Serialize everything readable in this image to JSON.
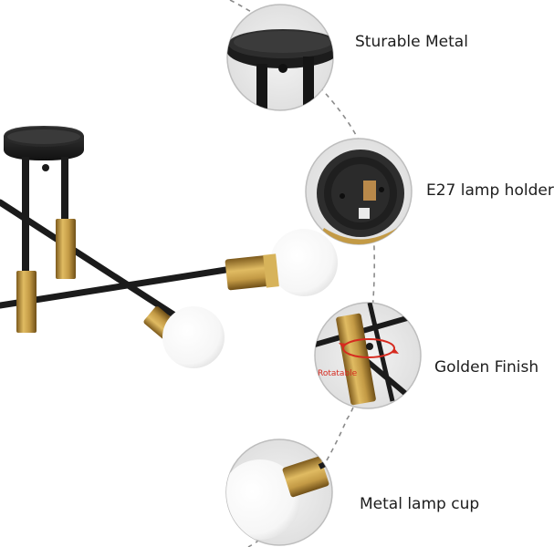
{
  "features": {
    "metal": "Sturable Metal",
    "holder": "E27 lamp holder",
    "golden": "Golden Finish",
    "cup": "Metal lamp cup"
  },
  "rotatable_label": "Rotatable",
  "colors": {
    "metal_black": "#1b1b1b",
    "brass": "#c39a45",
    "brass_dark": "#8f6a26",
    "bulb_white": "#ffffff",
    "circle_bg": "#e6e6e6",
    "dashed_curve": "#8a8a8a",
    "rotate_arrow": "#d62a1f"
  }
}
